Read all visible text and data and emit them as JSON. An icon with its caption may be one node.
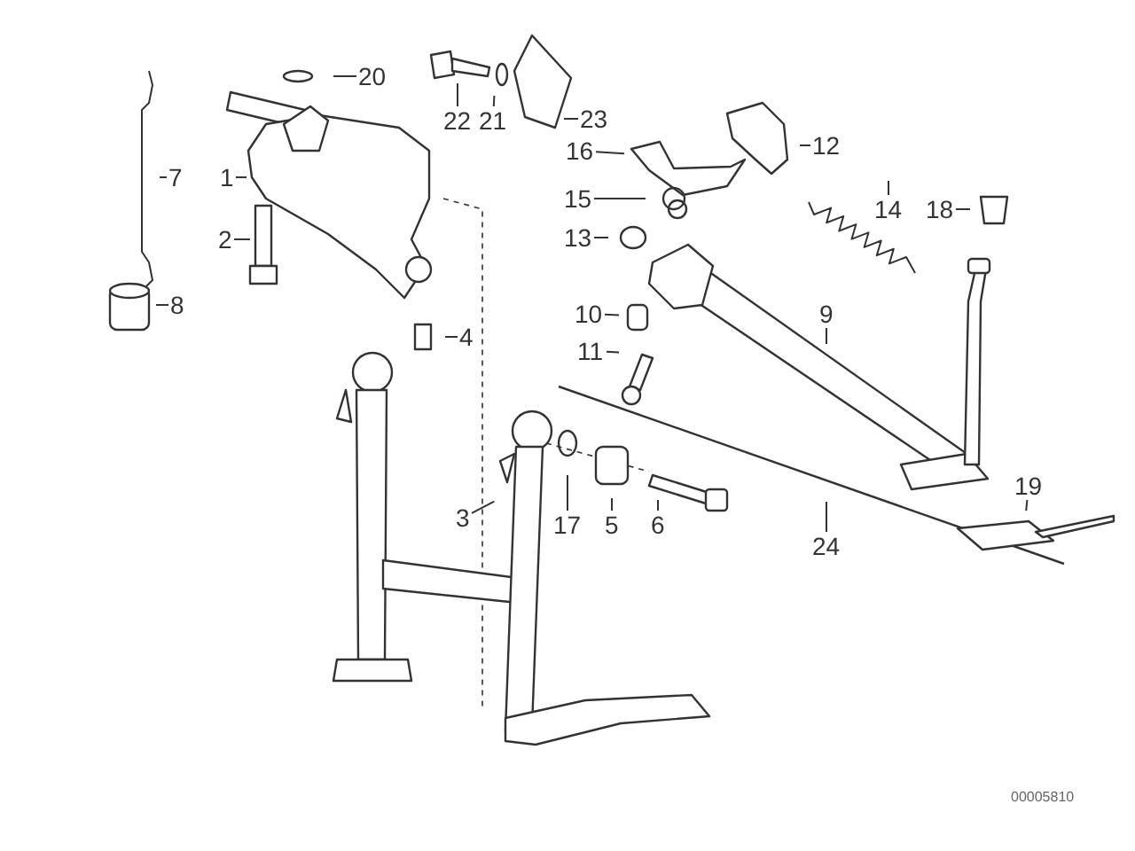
{
  "diagram": {
    "nodes": [
      {
        "text": [
          "20"
        ]
      },
      {
        "text": [
          "22"
        ]
      },
      {
        "text": [
          "21"
        ]
      },
      {
        "text": [
          "23"
        ]
      },
      {
        "text": [
          "16"
        ]
      },
      {
        "text": [
          "12"
        ]
      },
      {
        "text": [
          "1"
        ]
      },
      {
        "text": [
          "7"
        ]
      },
      {
        "text": [
          "15"
        ]
      },
      {
        "text": [
          "14"
        ]
      },
      {
        "text": [
          "18"
        ]
      },
      {
        "text": [
          "2"
        ]
      },
      {
        "text": [
          "13"
        ]
      },
      {
        "text": [
          "8"
        ]
      },
      {
        "text": [
          "10"
        ]
      },
      {
        "text": [
          "9"
        ]
      },
      {
        "text": [
          "4"
        ]
      },
      {
        "text": [
          "11"
        ]
      },
      {
        "text": [
          "19"
        ]
      },
      {
        "text": [
          "3"
        ]
      },
      {
        "text": [
          "17"
        ]
      },
      {
        "text": [
          "5"
        ]
      },
      {
        "text": [
          "6"
        ]
      },
      {
        "text": [
          "24"
        ]
      }
    ],
    "edges": [
      {
        "from": 0,
        "to": null,
        "arrow": "none"
      },
      {
        "from": 1,
        "to": null,
        "arrow": "none"
      },
      {
        "from": 2,
        "to": null,
        "arrow": "none"
      },
      {
        "from": 3,
        "to": null,
        "arrow": "none"
      },
      {
        "from": 4,
        "to": null,
        "arrow": "none"
      },
      {
        "from": 5,
        "to": null,
        "arrow": "none"
      },
      {
        "from": 6,
        "to": null,
        "arrow": "none"
      },
      {
        "from": 7,
        "to": null,
        "arrow": "none"
      },
      {
        "from": 8,
        "to": null,
        "arrow": "none"
      },
      {
        "from": 9,
        "to": null,
        "arrow": "none"
      },
      {
        "from": 10,
        "to": null,
        "arrow": "none"
      },
      {
        "from": 11,
        "to": null,
        "arrow": "none"
      },
      {
        "from": 12,
        "to": null,
        "arrow": "none"
      },
      {
        "from": 13,
        "to": null,
        "arrow": "none"
      },
      {
        "from": 14,
        "to": null,
        "arrow": "none"
      },
      {
        "from": 15,
        "to": null,
        "arrow": "none"
      },
      {
        "from": 16,
        "to": null,
        "arrow": "none"
      },
      {
        "from": 17,
        "to": null,
        "arrow": "none"
      },
      {
        "from": 18,
        "to": null,
        "arrow": "none"
      },
      {
        "from": 19,
        "to": null,
        "arrow": "none"
      },
      {
        "from": 20,
        "to": null,
        "arrow": "none"
      },
      {
        "from": 21,
        "to": null,
        "arrow": "none"
      },
      {
        "from": 22,
        "to": null,
        "arrow": "none"
      },
      {
        "from": 23,
        "to": null,
        "arrow": "none"
      }
    ],
    "labels": [
      "00005810"
    ]
  }
}
